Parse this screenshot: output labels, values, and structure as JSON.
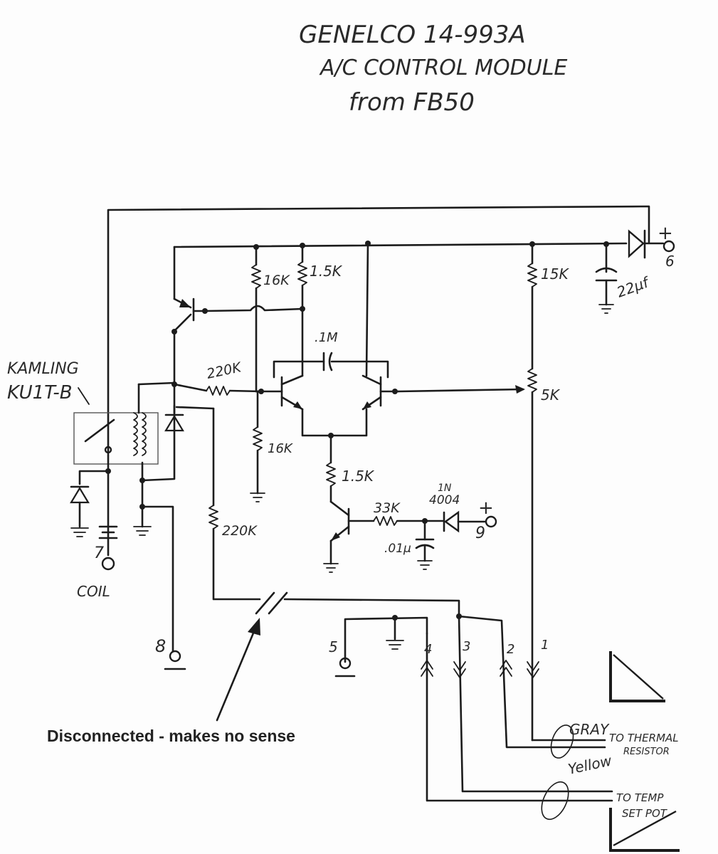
{
  "title": {
    "line1": "GENELCO 14-993A",
    "line2": "A/C CONTROL MODULE",
    "line3": "from FB50"
  },
  "relay": {
    "label_line1": "KAMLING",
    "label_line2": "KU1T-B"
  },
  "components": {
    "r_16k_top": "16K",
    "r_1_5k_top": "1.5K",
    "r_15k": "15K",
    "cap_22uf": "22μf",
    "cap_1m": ".1M",
    "r_220k_base": "220K",
    "pot_5k": "5K",
    "r_16k_bottom": "16K",
    "r_1_5k_emitter": "1.5K",
    "r_33k": "33K",
    "diode_1n4004_line1": "1N",
    "diode_1n4004_line2": "4004",
    "cap_01uf": ".01μ",
    "r_220k_lower": "220K"
  },
  "terminals": {
    "t1": "1",
    "t2": "2",
    "t3": "3",
    "t4": "4",
    "t5": "5",
    "t6": "6",
    "t7": "7",
    "t8": "8",
    "t9": "9",
    "plus6": "+",
    "plus9": "+",
    "coil": "COIL"
  },
  "wires": {
    "gray": "GRAY",
    "to_thermal_line1": "TO THERMAL",
    "to_thermal_line2": "RESISTOR",
    "yellow": "Yellow",
    "to_temp_line1": "TO TEMP",
    "to_temp_line2": "SET POT."
  },
  "annotation": "Disconnected - makes no sense"
}
